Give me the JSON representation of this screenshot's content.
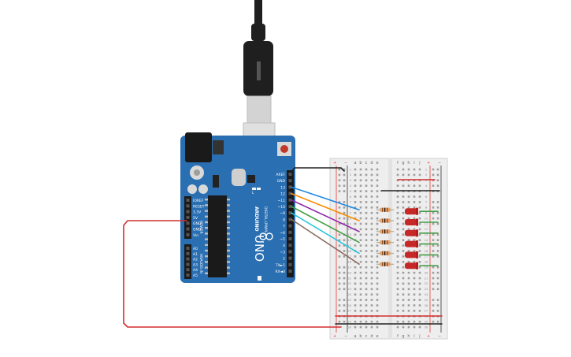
{
  "board": {
    "brand": "ARDUINO",
    "model": "UNO",
    "subtitle": "DIGITAL (PWM~)",
    "power_label": "POWER",
    "analog_label": "ANALOG IN",
    "power_pins": [
      "IOREF",
      "RESET",
      "3.3V",
      "5V",
      "GND",
      "GND",
      "Vin"
    ],
    "analog_pins": [
      "A0",
      "A1",
      "A2",
      "A3",
      "A4",
      "A5"
    ],
    "digital_pins": [
      "AREF",
      "GND",
      "13",
      "12",
      "~11",
      "~10",
      "~9",
      "8",
      "7",
      "~6",
      "~5",
      "4",
      "~3",
      "2",
      "TX►1",
      "RX◄0"
    ],
    "tx_label": "TX",
    "rx_label": "RX",
    "led_label": "L",
    "on_label": "ON",
    "colors": {
      "board": "#2a6fb2",
      "usb_cable": "#1f1f1f",
      "usb_plug": "#cfcfcf"
    }
  },
  "breadboard": {
    "columns_left": [
      "a",
      "b",
      "c",
      "d",
      "e"
    ],
    "columns_right": [
      "f",
      "g",
      "h",
      "i",
      "j"
    ],
    "rail_plus": "+",
    "rail_minus": "−",
    "row_count": 30,
    "colors": {
      "body": "#eeeeee",
      "rail_red": "#e53935",
      "rail_black": "#333333"
    }
  },
  "leds": {
    "count": 6,
    "color": "#c62828"
  },
  "resistors": {
    "count": 6
  },
  "wires": {
    "signal_colors": [
      "#1e88e5",
      "#fb8c00",
      "#8e24aa",
      "#43a047",
      "#26c6da",
      "#8d6e63"
    ],
    "ground": "#222222",
    "power": "#d32f2f",
    "led_ground": "#43a047"
  }
}
